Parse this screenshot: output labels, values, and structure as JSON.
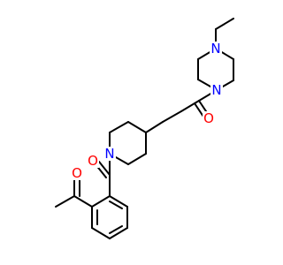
{
  "molecule": {
    "atoms": {
      "n1": {
        "symbol": "N",
        "color": "#0000FF"
      },
      "n2": {
        "symbol": "N",
        "color": "#0000FF"
      },
      "n3": {
        "symbol": "N",
        "color": "#0000FF"
      },
      "o1": {
        "symbol": "O",
        "color": "#FF0000"
      },
      "o2": {
        "symbol": "O",
        "color": "#FF0000"
      },
      "o3": {
        "symbol": "O",
        "color": "#FF0000"
      }
    },
    "bond_color": "#000000",
    "background": "#FFFFFF"
  }
}
